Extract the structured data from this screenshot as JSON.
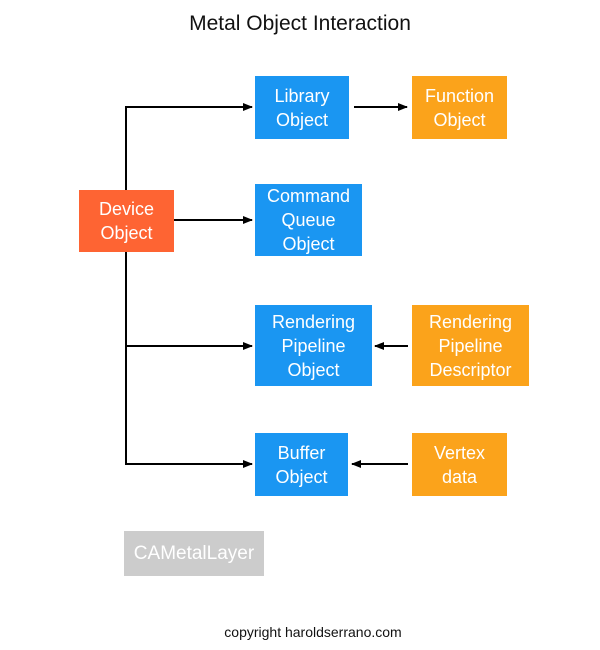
{
  "title": "Metal Object Interaction",
  "colors": {
    "device": "#fe6433",
    "blue": "#1a96f2",
    "orange": "#fba31b",
    "gray": "#cccccc",
    "arrow": "#000000"
  },
  "nodes": {
    "device": {
      "lines": [
        "Device",
        "Object"
      ]
    },
    "library": {
      "lines": [
        "Library",
        "Object"
      ]
    },
    "function": {
      "lines": [
        "Function",
        "Object"
      ]
    },
    "command_queue": {
      "lines": [
        "Command",
        "Queue",
        "Object"
      ]
    },
    "rendering_pipeline": {
      "lines": [
        "Rendering",
        "Pipeline",
        "Object"
      ]
    },
    "rendering_descriptor": {
      "lines": [
        "Rendering",
        "Pipeline",
        "Descriptor"
      ]
    },
    "buffer": {
      "lines": [
        "Buffer",
        "Object"
      ]
    },
    "vertex": {
      "lines": [
        "Vertex",
        "data"
      ]
    },
    "ca_metal_layer": {
      "lines": [
        "CAMetalLayer"
      ]
    }
  },
  "footer": "copyright haroldserrano.com"
}
